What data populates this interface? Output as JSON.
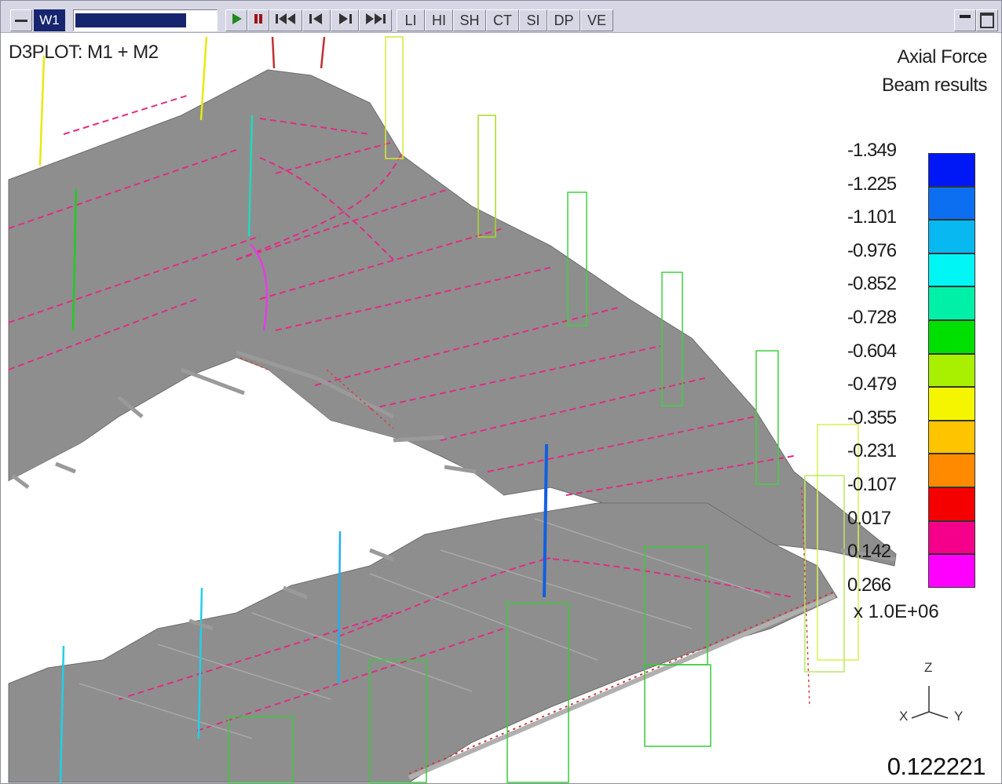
{
  "toolbar": {
    "window_label": "W1",
    "progress_fraction": 0.79,
    "buttons": [
      {
        "name": "play-button",
        "icon": "play-icon",
        "color": "#1f8a1f"
      },
      {
        "name": "pause-button",
        "icon": "pause-icon",
        "color": "#a01212"
      },
      {
        "name": "first-state-button",
        "icon": "skip-to-start-icon"
      },
      {
        "name": "previous-state-button",
        "icon": "step-back-icon"
      },
      {
        "name": "next-state-button",
        "icon": "step-forward-icon"
      },
      {
        "name": "last-state-button",
        "icon": "skip-to-end-icon"
      }
    ],
    "mode_buttons": [
      {
        "name": "mode-button-li",
        "label": "LI"
      },
      {
        "name": "mode-button-hi",
        "label": "HI"
      },
      {
        "name": "mode-button-sh",
        "label": "SH"
      },
      {
        "name": "mode-button-ct",
        "label": "CT"
      },
      {
        "name": "mode-button-si",
        "label": "SI"
      },
      {
        "name": "mode-button-dp",
        "label": "DP"
      },
      {
        "name": "mode-button-ve",
        "label": "VE"
      }
    ]
  },
  "plot": {
    "title": "D3PLOT: M1 + M2",
    "result_line1": "Axial Force",
    "result_line2": "Beam results",
    "time_value": "0.122221",
    "background": "#ffffff",
    "slab_color": "#8e8e8e"
  },
  "legend": {
    "labels": [
      "-1.349",
      "-1.225",
      "-1.101",
      "-0.976",
      "-0.852",
      "-0.728",
      "-0.604",
      "-0.479",
      "-0.355",
      "-0.231",
      "-0.107",
      "0.017",
      "0.142",
      "0.266"
    ],
    "colors": [
      "#0018f5",
      "#0c6ff2",
      "#08b8f0",
      "#00f5f5",
      "#00f0a8",
      "#00e000",
      "#a8f000",
      "#f5f500",
      "#ffc400",
      "#ff8a00",
      "#f50000",
      "#f5008a",
      "#ff00ff"
    ],
    "factor": "x 1.0E+06"
  },
  "triad": {
    "z": "Z",
    "x": "X",
    "y": "Y"
  }
}
